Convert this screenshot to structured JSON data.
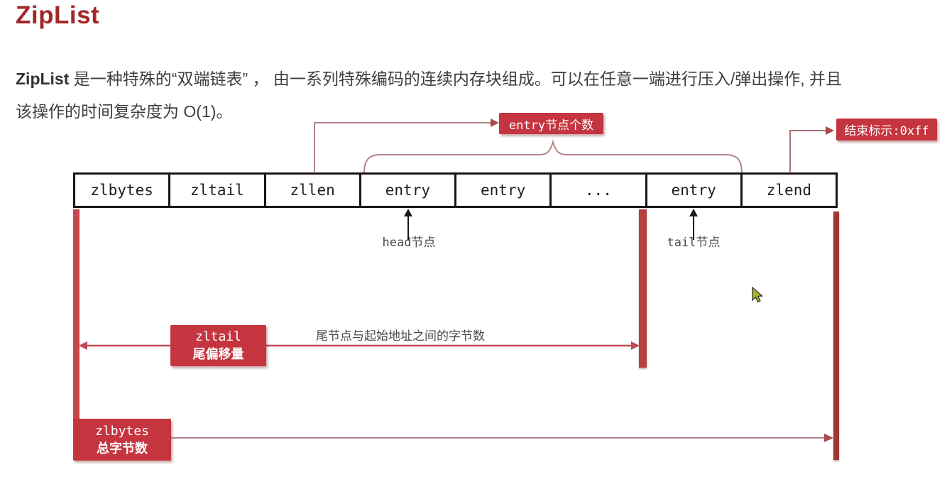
{
  "page": {
    "title": "ZipList",
    "description": {
      "bold_prefix": "ZipList",
      "line1": " 是一种特殊的“双端链表” ， 由一系列特殊编码的连续内存块组成。可以在任意一端进行压入/弹出操作, 并且",
      "line2": "该操作的时间复杂度为 O(1)。"
    }
  },
  "diagram": {
    "cells": [
      "zlbytes",
      "zltail",
      "zllen",
      "entry",
      "entry",
      "...",
      "entry",
      "zlend"
    ],
    "labels": {
      "entry_count": "entry节点个数",
      "end_marker": "结束标示:0xff",
      "zltail_line1": "zltail",
      "zltail_line2": "尾偏移量",
      "zlbytes_line1": "zlbytes",
      "zlbytes_line2": "总字节数",
      "head_node": "head节点",
      "tail_node": "tail节点",
      "tail_offset_desc": "尾节点与起始地址之间的字节数"
    },
    "colors": {
      "title_red": "#a22828",
      "label_red": "#c43540",
      "bar_red": "#c4474d",
      "bar_dark_red": "#a23431",
      "connector_rose": "#b28688",
      "arrow_crimson": "#c14a52",
      "table_border": "#161616"
    }
  }
}
